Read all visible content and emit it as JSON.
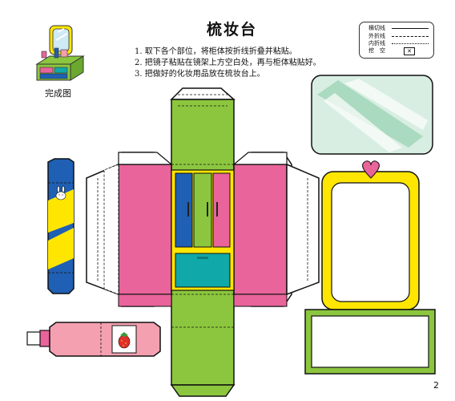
{
  "page": {
    "title": "梳妆台",
    "instructions": [
      "1.  取下各个部位，将柜体按折线折叠并粘贴。",
      "2.  把镜子粘贴在镜架上方空白处，再与柜体粘贴好。",
      "3.  把做好的化妆用品放在梳妆台上。"
    ],
    "preview_caption": "完成图",
    "page_number": "2"
  },
  "legend": {
    "items": [
      {
        "label": "横切线",
        "style": "solid"
      },
      {
        "label": "外折线",
        "style": "dashed"
      },
      {
        "label": "内折线",
        "style": "dashdot"
      },
      {
        "label": "挖　空",
        "style": "cutout"
      }
    ]
  },
  "colors": {
    "green": "#8cc63f",
    "pink": "#e8649b",
    "yellow": "#ffe600",
    "blue": "#1f5fb4",
    "teal": "#10a8a8",
    "mint": "#d8eee2",
    "light_pink": "#f4a0b0"
  },
  "icons": [
    "bunny-icon",
    "strawberry-icon",
    "heart-icon"
  ]
}
